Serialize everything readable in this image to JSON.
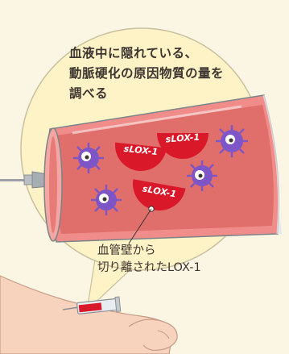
{
  "caption": {
    "line1": "血液中に隠れている、",
    "line2": "動脈硬化の原因物質の量を",
    "line3": "調べる"
  },
  "molecule_label": "sLOX-1",
  "pointer_label": {
    "line1": "血管壁から",
    "line2": "切り離されたLOX-1"
  },
  "colors": {
    "background": "#fbf6e4",
    "magnifier_fill": "#fdf3c6",
    "vessel_wall": "#f08d8a",
    "blood": "#e06e6b",
    "lox_red": "#d9182a",
    "virus_purple": "#7d55c7",
    "skin": "#f7d3bd"
  }
}
